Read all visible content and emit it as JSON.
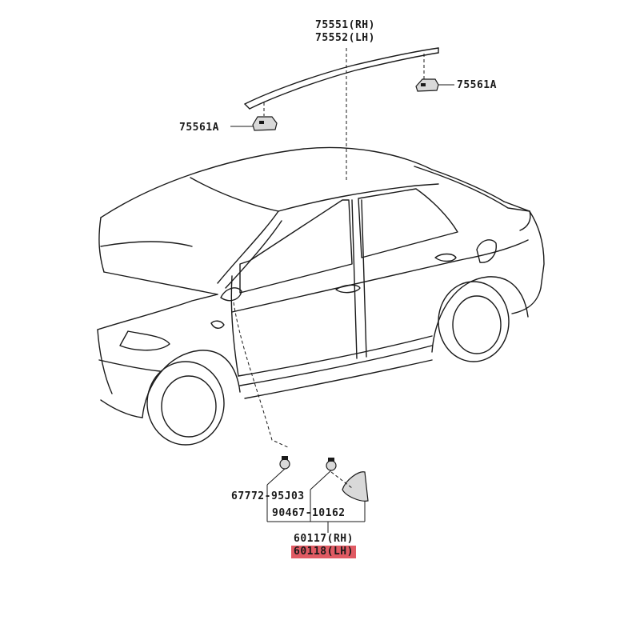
{
  "parts": {
    "molding_rh": "75551(RH)",
    "molding_lh": "75552(LH)",
    "clip_right": "75561A",
    "clip_left": "75561A",
    "screw_clip": "67772-95J03",
    "bolt": "90467-10162",
    "cover_rh": "60117(RH)",
    "cover_lh": "60118(LH)"
  },
  "colors": {
    "highlight": "#e05a63",
    "line": "#1a1a1a"
  }
}
